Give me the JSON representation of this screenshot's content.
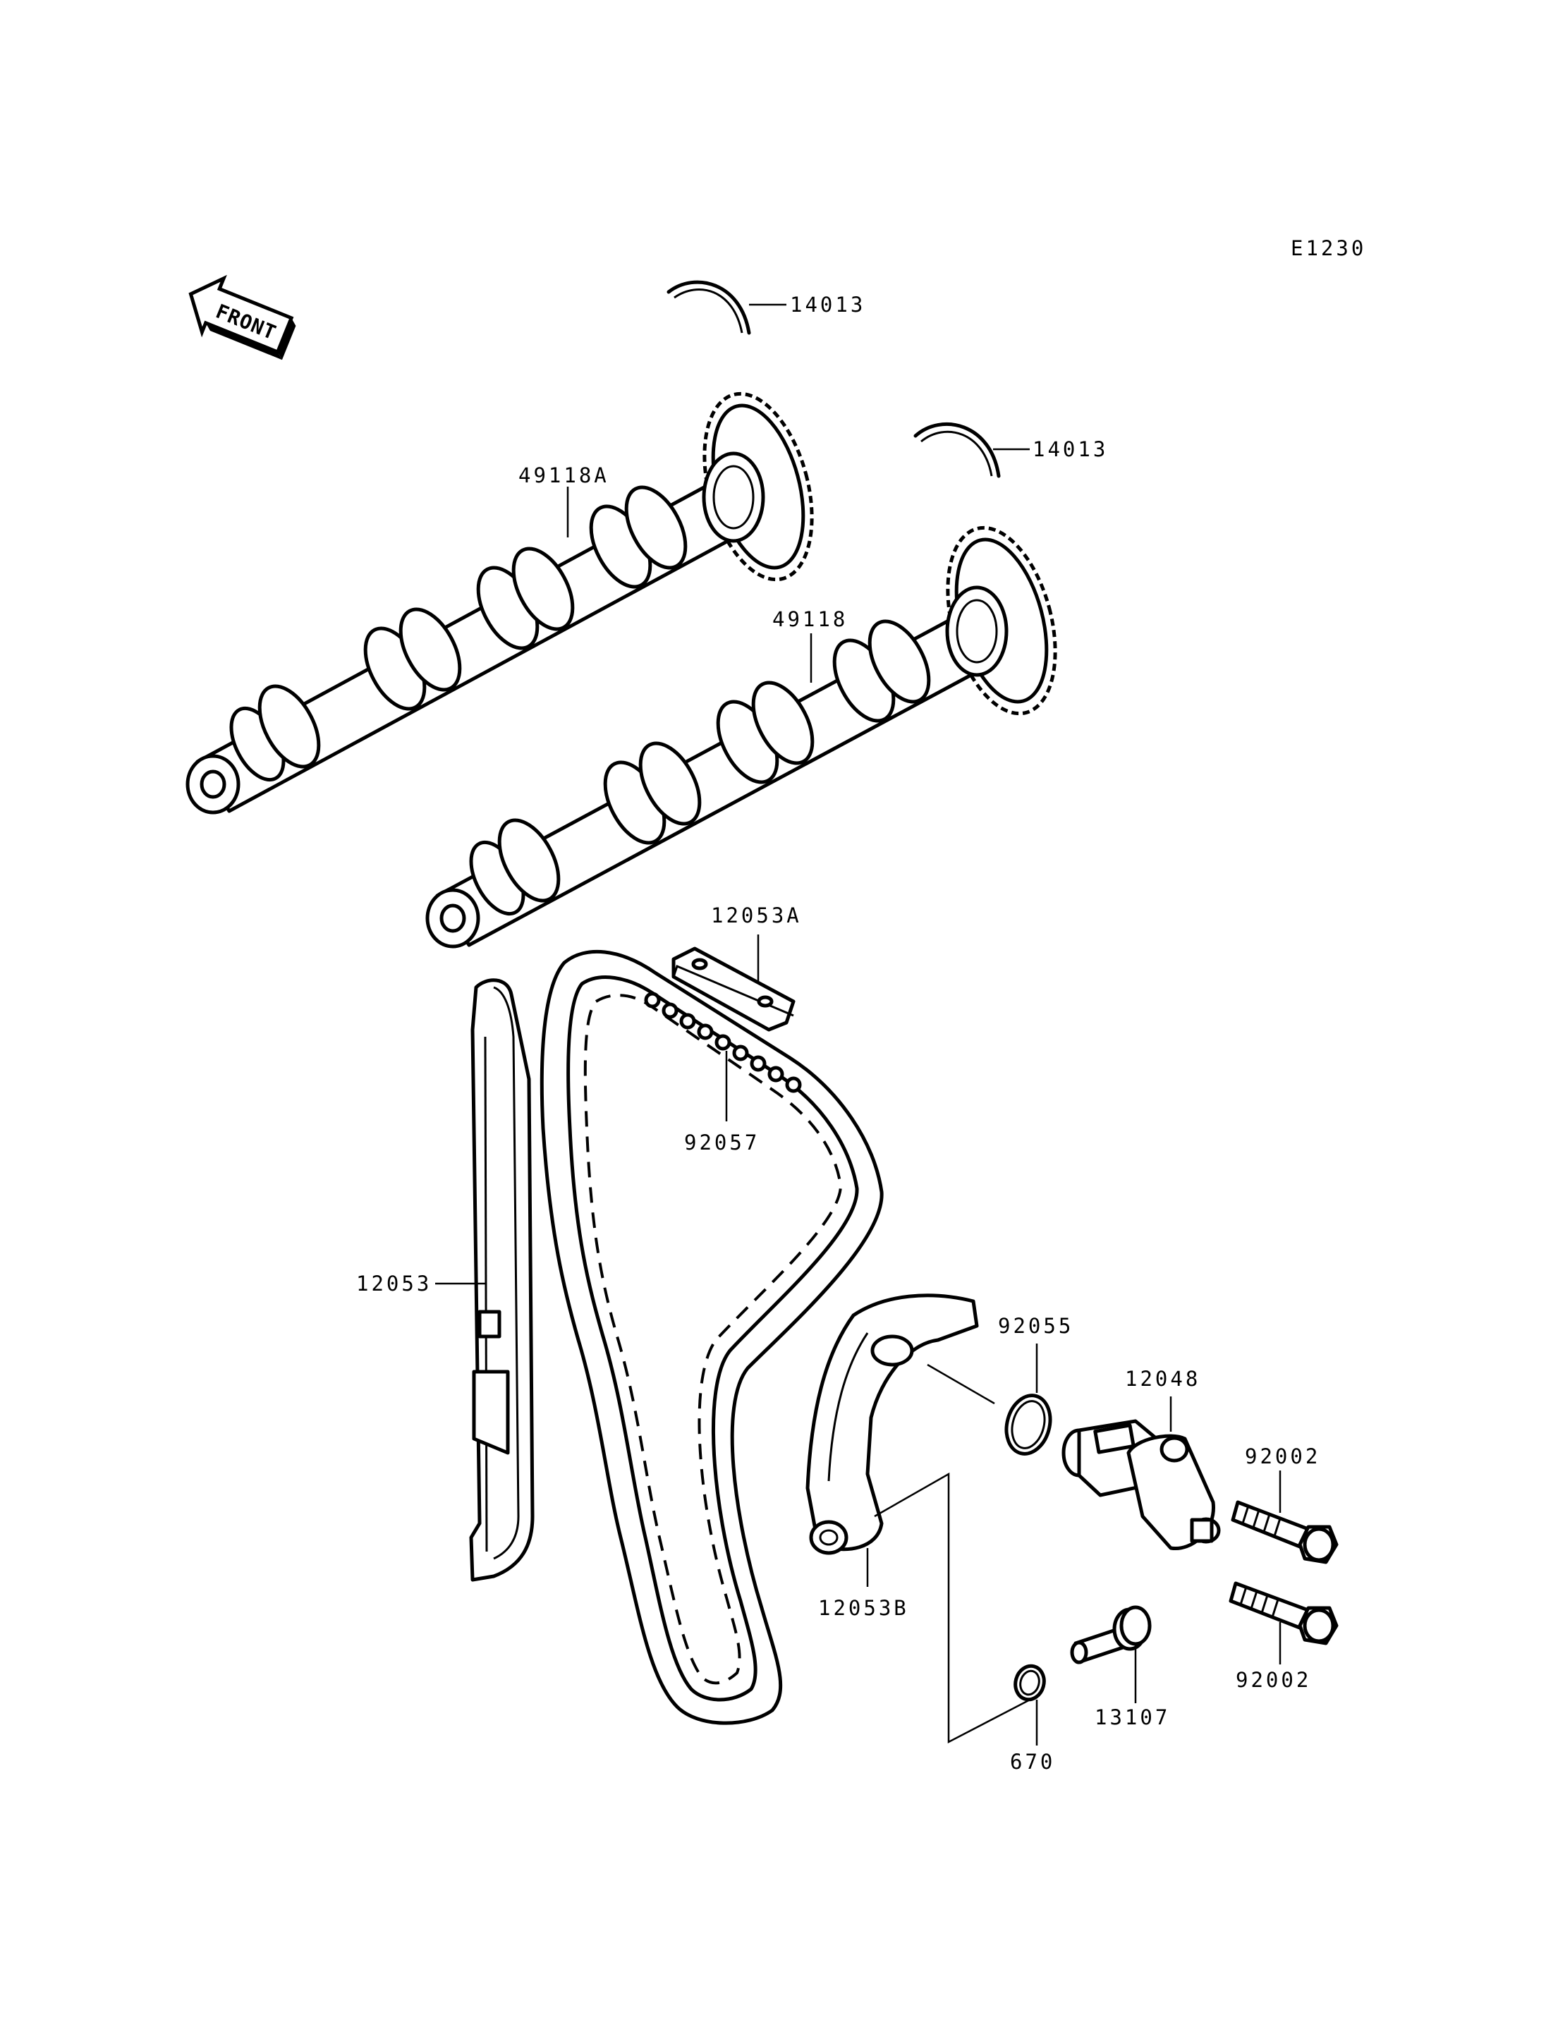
{
  "diagram_code": "E1230",
  "front_label": "FRONT",
  "labels": {
    "ring_upper": "14013",
    "ring_lower": "14013",
    "camshaft_a": "49118A",
    "camshaft": "49118",
    "guide_top": "12053A",
    "chain": "92057",
    "guide_left": "12053",
    "oring_tensioner": "92055",
    "tensioner": "12048",
    "bolt_upper": "92002",
    "bolt_lower": "92002",
    "guide_arm": "12053B",
    "oring_small": "670",
    "pivot_bolt": "13107"
  }
}
